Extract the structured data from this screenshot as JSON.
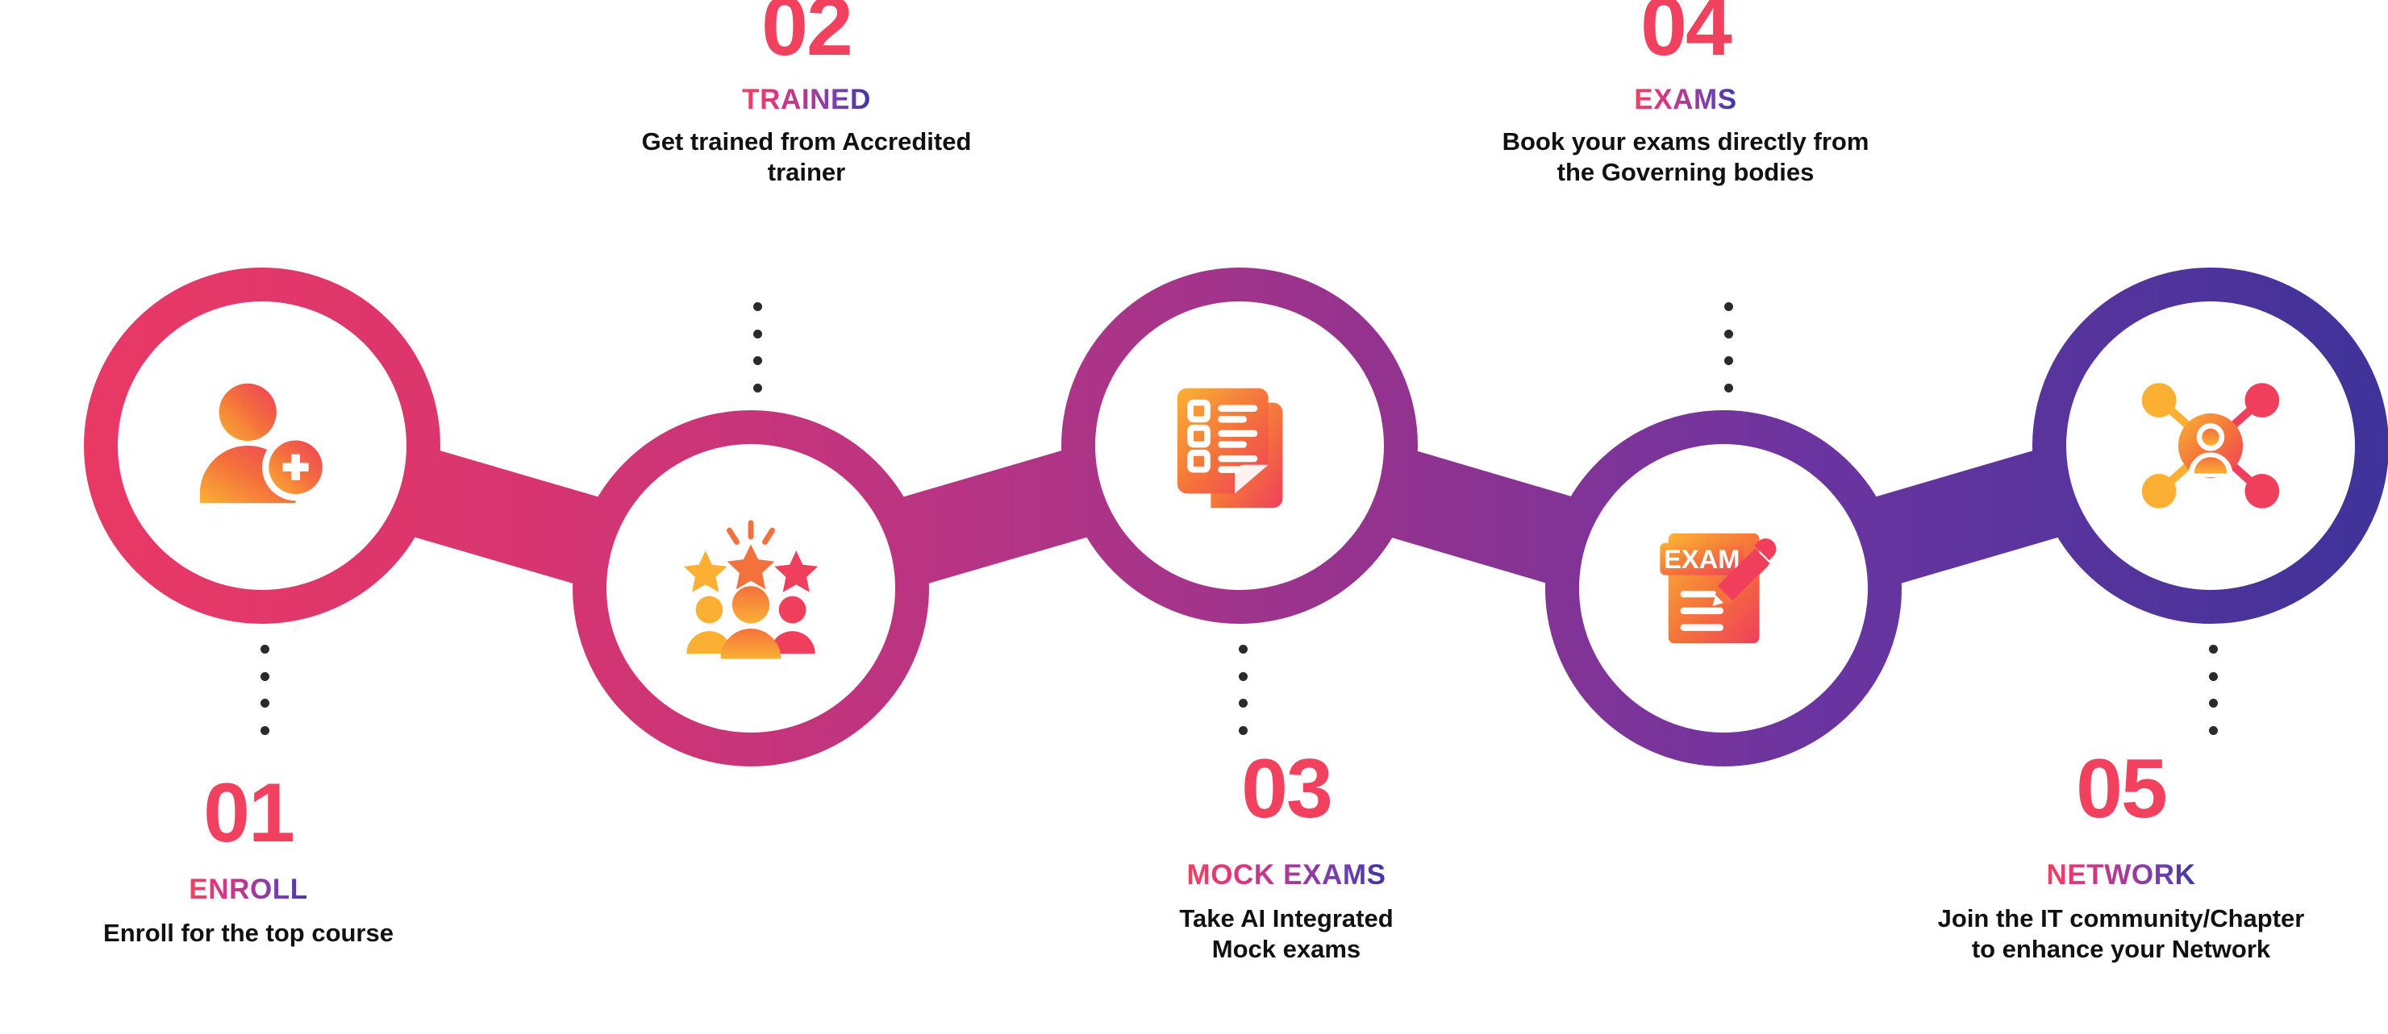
{
  "infographic": {
    "title_colors": {
      "number": "#f2415f",
      "label_gradient_start": "#f2415f",
      "label_gradient_end": "#3f35a0",
      "ribbon_start": "#ec3a63",
      "ribbon_mid": "#93338f",
      "ribbon_end": "#3f3399",
      "icon_gradient_start": "#fbb034",
      "icon_gradient_end": "#ef3f5c",
      "node_fill": "#ffffff",
      "connector_dot": "#2a2a2a",
      "description_text": "#111111"
    },
    "steps": [
      {
        "number": "01",
        "label": "ENROLL",
        "description": "Enroll for the top course",
        "icon": "add-user-icon",
        "position": "bottom"
      },
      {
        "number": "02",
        "label": "TRAINED",
        "description": "Get trained from Accredited\ntrainer",
        "icon": "rating-people-stars-icon",
        "position": "top"
      },
      {
        "number": "03",
        "label": "MOCK EXAMS",
        "description": "Take AI Integrated\nMock exams",
        "icon": "checklist-document-icon",
        "position": "bottom"
      },
      {
        "number": "04",
        "label": "EXAMS",
        "description": "Book your exams directly from\nthe Governing bodies",
        "icon": "exam-paper-pencil-icon",
        "position": "top"
      },
      {
        "number": "05",
        "label": "NETWORK",
        "description": "Join the IT community/Chapter\nto enhance your Network",
        "icon": "network-hub-icon",
        "position": "bottom"
      }
    ],
    "icon_labels": {
      "exam_paper_text": "EXAM"
    }
  }
}
